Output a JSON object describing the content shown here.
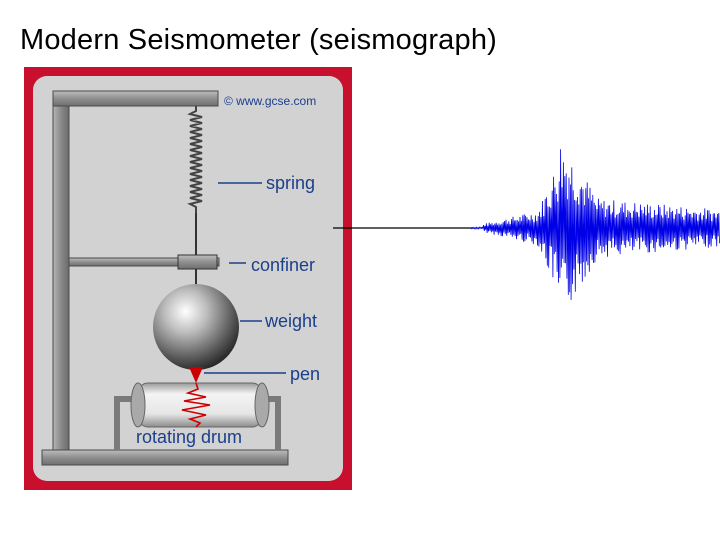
{
  "slide": {
    "title": "Modern Seismometer (seismograph)"
  },
  "diagram": {
    "copyright": "© www.gcse.com",
    "labels": {
      "spring": "spring",
      "confiner": "confiner",
      "weight": "weight",
      "pen": "pen",
      "drum": "rotating drum"
    },
    "colors": {
      "frame": "#c8102e",
      "panel": "#d2d2d2",
      "pen_tip": "#cc0000",
      "trace": "#cc0000",
      "label": "#1b3f8b"
    }
  },
  "seismogram": {
    "trace_color": "#0000e6",
    "lead_color": "#000000"
  }
}
